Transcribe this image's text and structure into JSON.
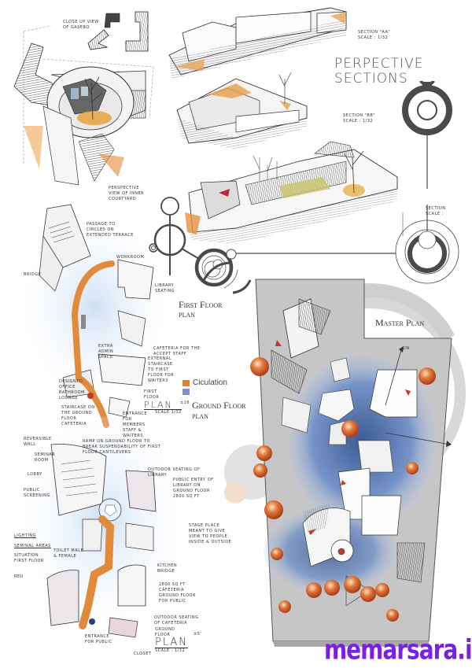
{
  "title": {
    "line1": "PERPECTIVE",
    "line2": "SECTIONS"
  },
  "perspective_caption": {
    "l1": "Perspective",
    "l2": "view of inner",
    "l3": "courtyard"
  },
  "closeup_caption": {
    "l1": "Close up view",
    "l2": "of gasebo"
  },
  "sections": [
    {
      "name": "Section \"AA\"",
      "scale": "Scale : 1/32"
    },
    {
      "name": "Section \"BB\"",
      "scale": "Scale : 1/32"
    },
    {
      "name": "Section",
      "scale": "Scale :"
    }
  ],
  "first_floor_label": {
    "l1": "First Floor",
    "l2": "plan"
  },
  "ground_floor_label": {
    "l1": "Ground Floor",
    "l2": "plan"
  },
  "master_plan_label": "Master Plan",
  "legend": {
    "items": [
      {
        "label": "Ciculation",
        "color": "#d9823b"
      },
      {
        "label": "",
        "color": "#7d8fc4"
      }
    ]
  },
  "first_floor_stamp": {
    "top": "First",
    "mid": "Floor",
    "plan": "PLAN",
    "scale": "Scale 1/32",
    "level": "±16"
  },
  "ground_floor_stamp": {
    "top": "Ground",
    "mid": "Floor",
    "plan": "PLAN",
    "scale": "Scale : 1/32",
    "level": "±5'"
  },
  "first_floor_notes": [
    "Passage to circles on extended terrace",
    "Workroom",
    "Library Seating",
    "Bridge",
    "Cafeteria for the accept staff",
    "Extra admin space",
    "External staircase to first floor for waiters",
    "Designed office bathroom lounge",
    "Staircase on the ground floor cafeteria",
    "Entrance for members staff & waiters"
  ],
  "ground_floor_notes": [
    "Reversible wall",
    "Seminar room",
    "Lobby",
    "Public screening",
    "Ramp on ground floor to break suspendability of first floor cantilevers",
    "Outdoor seating of library",
    "Public entry of library on ground floor 2800 sq ft",
    "Stage place meant to give view to people inside & outside",
    "Toilet male & female",
    "Kitchen bridge",
    "2800 sq ft cafeteria ground floor for public",
    "Outdoor seating of cafeteria",
    "Entrance for public",
    "Closet"
  ],
  "side_notes": [
    "Lighting",
    "Seminal areas",
    "Situation first floor",
    "Reu"
  ],
  "master_plan_note": "DN",
  "watermark": "memarsara.ir",
  "colors": {
    "ink": "#2e2e2e",
    "diagram_gray": "#4a4a4a",
    "orange": "#e08a3c",
    "blue_wash": "#9fb6dc",
    "site_gray": "#c9c9c9",
    "tree_red": "#d4582a",
    "watermark": "#7a1fe6"
  }
}
